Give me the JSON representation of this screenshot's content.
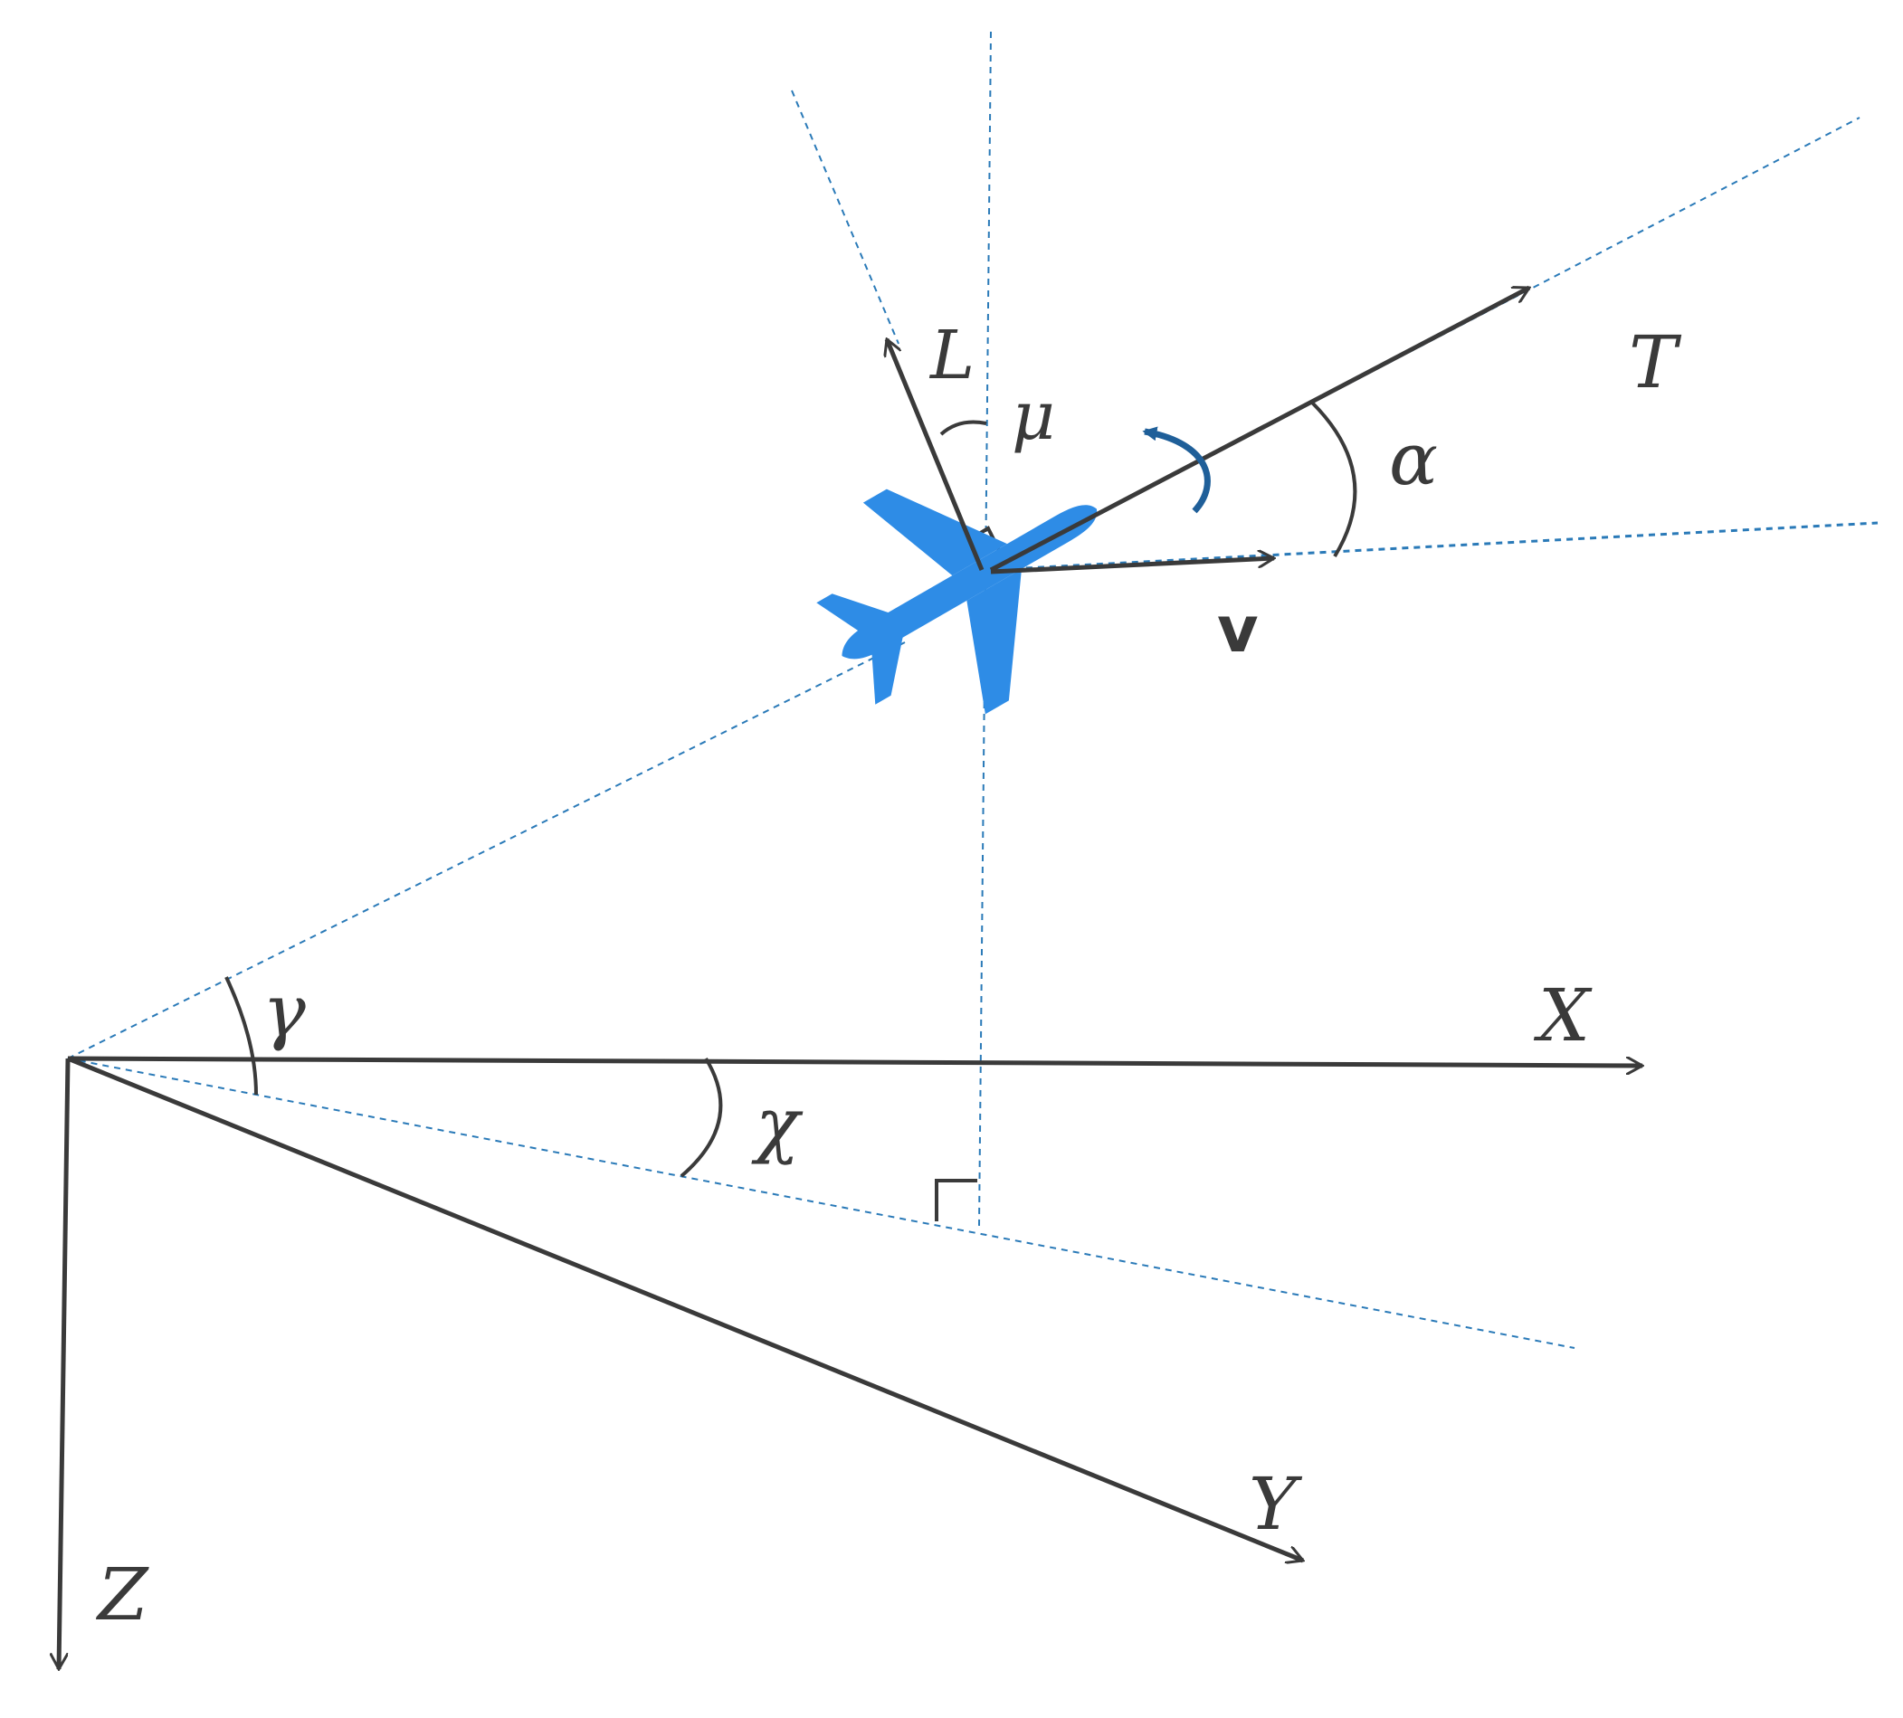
{
  "labels": {
    "L": "L",
    "mu": "μ",
    "T": "T",
    "alpha": "α",
    "v": "v",
    "gamma": "γ",
    "X": "X",
    "chi": "χ",
    "Y": "Y",
    "Z": "Z"
  },
  "colors": {
    "axis": "#3a3a3a",
    "guide": "#2a7ab8",
    "aircraft": "#2e8ce6",
    "rotation_arrow": "#1f5f99"
  },
  "icons": {
    "aircraft": "airplane-icon",
    "rotation": "curved-arrow-icon"
  }
}
